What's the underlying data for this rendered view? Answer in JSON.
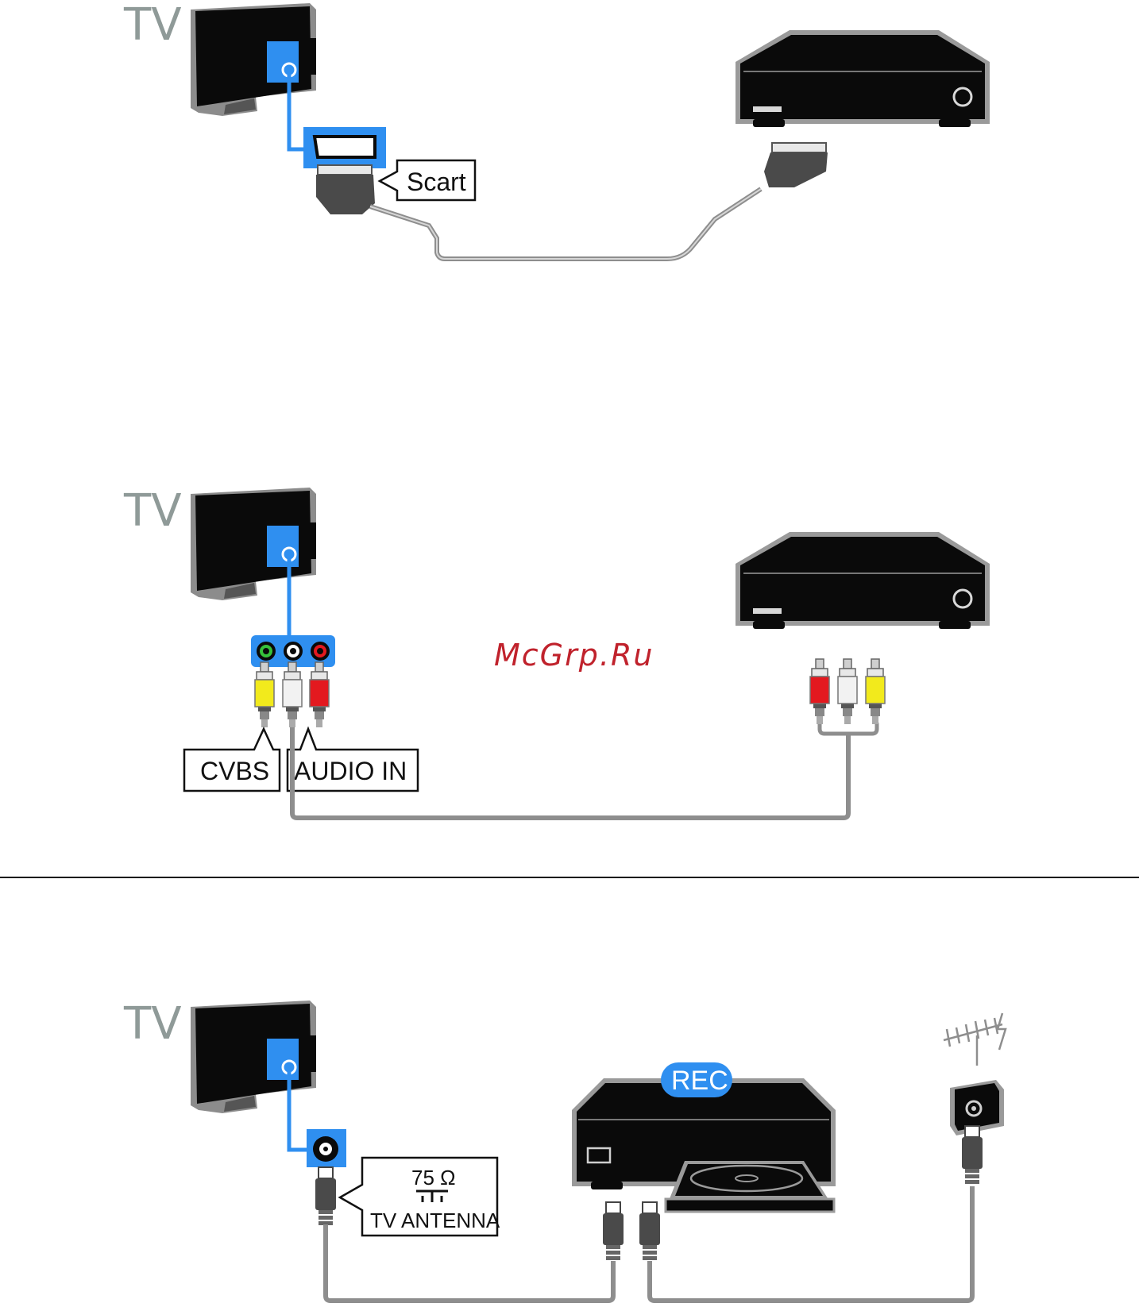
{
  "diagrams": [
    {
      "tv_label": "TV",
      "connector_label": "Scart"
    },
    {
      "tv_label": "TV",
      "connector_labels": [
        "CVBS",
        "AUDIO IN"
      ]
    },
    {
      "tv_label": "TV",
      "antenna_label_line1": "75 Ω",
      "antenna_label_line2": "TV ANTENNA",
      "recorder_badge": "REC"
    }
  ],
  "watermark": "McGrp.Ru",
  "colors": {
    "port_blue": "#2f8ff0",
    "cable_gray": "#9a9a9a",
    "device_black": "#0a0a0a",
    "tv_label_gray": "#8f9a98",
    "rca_yellow": "#f2ea1c",
    "rca_red": "#e3191f",
    "rca_white": "#f2f2f2",
    "watermark_red": "#c0222c"
  }
}
